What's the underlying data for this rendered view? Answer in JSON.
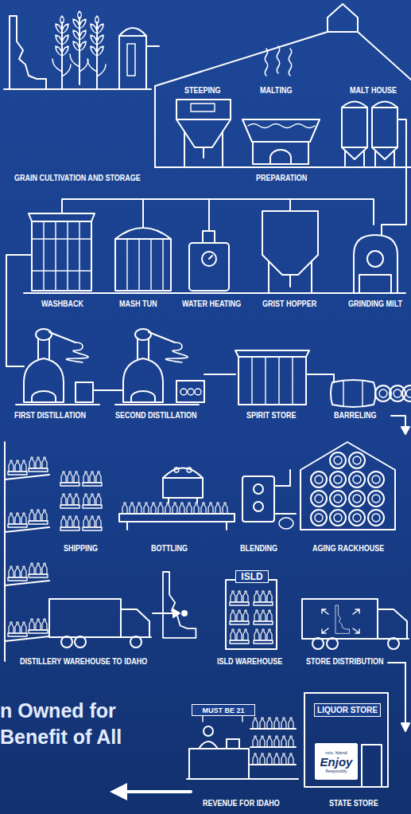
{
  "diagram": {
    "nodes": [
      {
        "text": [
          "ISLD"
        ]
      },
      {
        "text": [
          "MUST BE 21"
        ]
      },
      {
        "text": [
          "LIQUOR STORE"
        ]
      },
      {
        "text": [
          "mix. blend",
          "Enjoy",
          "Responsibly"
        ]
      }
    ],
    "labels": [
      "STEEPING",
      "MALTING",
      "MALT HOUSE",
      "GRAIN CULTIVATION AND STORAGE",
      "PREPARATION",
      "WASHBACK",
      "MASH TUN",
      "WATER HEATING",
      "GRIST HOPPER",
      "GRINDING MILT",
      "FIRST DISTILLATION",
      "SECOND DISTILLATION",
      "SPIRIT STORE",
      "BARRELING",
      "SHIPPING",
      "BOTTLING",
      "BLENDING",
      "AGING RACKHOUSE",
      "DISTILLERY WAREHOUSE TO IDAHO",
      "ISLD WAREHOUSE",
      "STORE DISTRIBUTION",
      "n Owned for",
      "Benefit of All",
      "REVENUE FOR IDAHO",
      "STATE STORE"
    ]
  }
}
